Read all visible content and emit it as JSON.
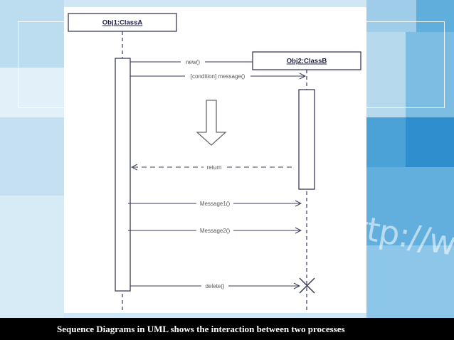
{
  "diagram": {
    "objects": {
      "a": "Obj1:ClassA",
      "b": "Obj2:ClassB"
    },
    "messages": {
      "new": "new()",
      "condition": "[condition] message()",
      "return": "return",
      "message1": "Message1()",
      "message2": "Message2()",
      "delete": "delete()"
    }
  },
  "caption": "Sequence Diagrams in UML shows the interaction between two processes",
  "background": {
    "text": "ttp://www"
  },
  "colors": {
    "line": "#3a3a5c",
    "object_border": "#3a3a5c",
    "background": "#cfe6f4",
    "accent": "#2f8fce",
    "caption_bg": "#000000",
    "caption_text": "#ffffff"
  }
}
